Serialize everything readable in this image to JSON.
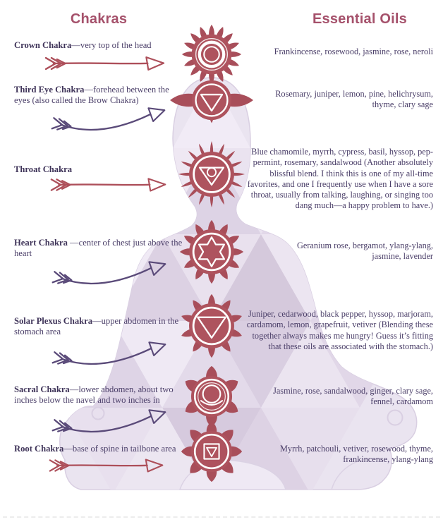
{
  "headings": {
    "chakras": "Chakras",
    "oils": "Essential Oils"
  },
  "chakras": [
    {
      "name": "Crown Chakra",
      "description": "—very top of the head",
      "oils": "Frankincense, rosewood, jasmine, rose, neroli",
      "arrow": "straight"
    },
    {
      "name": "Third Eye Chakra",
      "description": "—forehead between the eyes (also called the Brow Chakra)",
      "oils": "Rosemary, juniper, lemon, pine, helichrysum,\nthyme, clary sage",
      "arrow": "curved"
    },
    {
      "name": "Throat Chakra",
      "description": "",
      "oils": "Blue chamomile, myrrh, cypress, basil, hyssop, pep-\npermint, rosemary, sandalwood (Another absolutely\nblissful blend. I think this is one of my all-time\nfavorites, and one I frequently use when I have a sore\nthroat, usually from talking, laughing, or singing too\ndang much—a happy problem to have.)",
      "arrow": "straight"
    },
    {
      "name": "Heart Chakra",
      "description": " —center of chest just above the heart",
      "oils": "Geranium rose, bergamot, ylang-ylang,\njasmine, lavender",
      "arrow": "curved"
    },
    {
      "name": "Solar Plexus Chakra",
      "description": "—upper abdomen in the stomach area",
      "oils": "Juniper, cedarwood, black pepper, hyssop, marjoram,\ncardamom, lemon, grapefruit, vetiver (Blending these\ntogether always makes me hungry! Guess it’s fitting\nthat these oils are associated with the stomach.)",
      "arrow": "curved"
    },
    {
      "name": "Sacral Chakra",
      "description": "—lower abdomen, about two inches below the navel and two inches in",
      "oils": "Jasmine, rose, sandalwood, ginger, clary sage,\nfennel, cardamom",
      "arrow": "curved"
    },
    {
      "name": "Root Chakra",
      "description": "—base of spine in tailbone area",
      "oils": "Myrrh, patchouli, vetiver, rosewood, thyme,\nfrankincense, ylang-ylang",
      "arrow": "straight"
    }
  ],
  "colors": {
    "heading": "#a5516b",
    "body_text": "#4a3e68",
    "chakra_red": "#ae535e",
    "petal_red": "#a84e5a",
    "arrow_red": "#ad4f5a",
    "arrow_purple": "#5a4a79",
    "silhouette": "#eae4f0"
  }
}
